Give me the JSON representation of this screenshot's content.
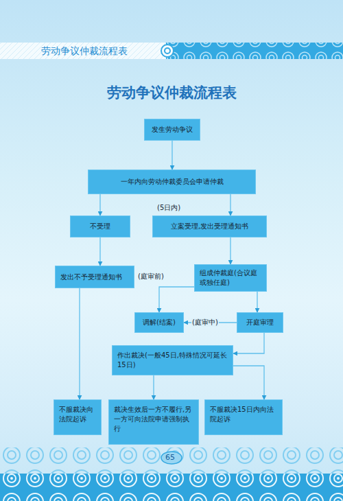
{
  "diagram": {
    "title": "劳动争议仲裁流程表",
    "nodes": [
      {
        "text": [
          "发生劳动争议"
        ]
      },
      {
        "text": [
          "一年内向劳动仲裁委员会申请仲裁"
        ]
      },
      {
        "text": [
          "不受理"
        ]
      },
      {
        "text": [
          "立案受理,发出受理通知书"
        ]
      },
      {
        "text": [
          "发出不予受理通知书"
        ]
      },
      {
        "text": [
          "组成仲裁庭(合议庭或独任庭)"
        ]
      },
      {
        "text": [
          "调解(结案)"
        ]
      },
      {
        "text": [
          "开庭审理"
        ]
      },
      {
        "text": [
          "作出裁决(一般45日,特殊情况可延长15日)"
        ]
      },
      {
        "text": [
          "不服裁决向法院起诉"
        ]
      },
      {
        "text": [
          "裁决生效后一方不履行,另一方可向法院申请强制执行"
        ]
      },
      {
        "text": [
          "不服裁决15日内向法院起诉"
        ]
      }
    ],
    "edges": [
      {
        "from": 0,
        "to": 1,
        "arrow": "to"
      },
      {
        "from": 1,
        "to": 2,
        "arrow": "to"
      },
      {
        "from": 1,
        "to": 3,
        "label": "(5日内)",
        "arrow": "to"
      },
      {
        "from": 2,
        "to": 4,
        "arrow": "to"
      },
      {
        "from": 3,
        "to": 5,
        "arrow": "to"
      },
      {
        "from": 4,
        "to": 9,
        "arrow": "to"
      },
      {
        "from": 5,
        "to": 6,
        "label": "(庭审前)",
        "arrow": "to"
      },
      {
        "from": 5,
        "to": 7,
        "arrow": "to"
      },
      {
        "from": 7,
        "to": 6,
        "label": "(庭审中)",
        "arrow": "to"
      },
      {
        "from": 7,
        "to": 8,
        "arrow": "to"
      },
      {
        "from": 8,
        "to": 10,
        "arrow": "to"
      },
      {
        "from": 8,
        "to": 11,
        "arrow": "to"
      }
    ],
    "labels": [
      "劳动争议仲裁流程表",
      "65"
    ]
  }
}
